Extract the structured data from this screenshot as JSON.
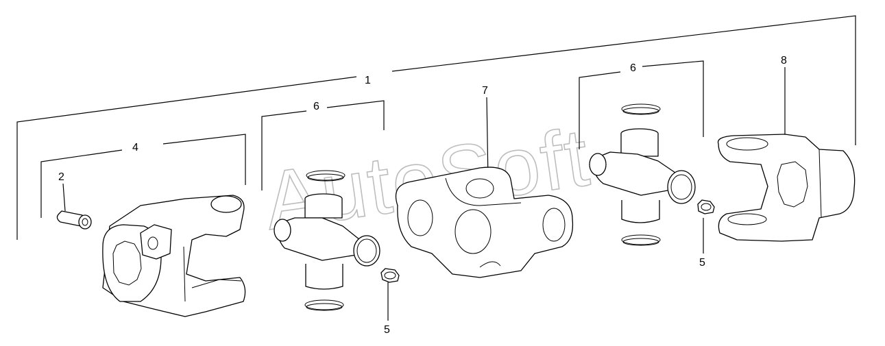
{
  "callouts": {
    "assembly": "1",
    "bolt": "2",
    "yoke_left": "4",
    "grease_fitting_left": "5",
    "grease_fitting_right": "5",
    "cross_kit_left": "6",
    "cross_kit_right": "6",
    "center_yoke": "7",
    "yoke_right": "8"
  },
  "watermark": "AutoSoft"
}
